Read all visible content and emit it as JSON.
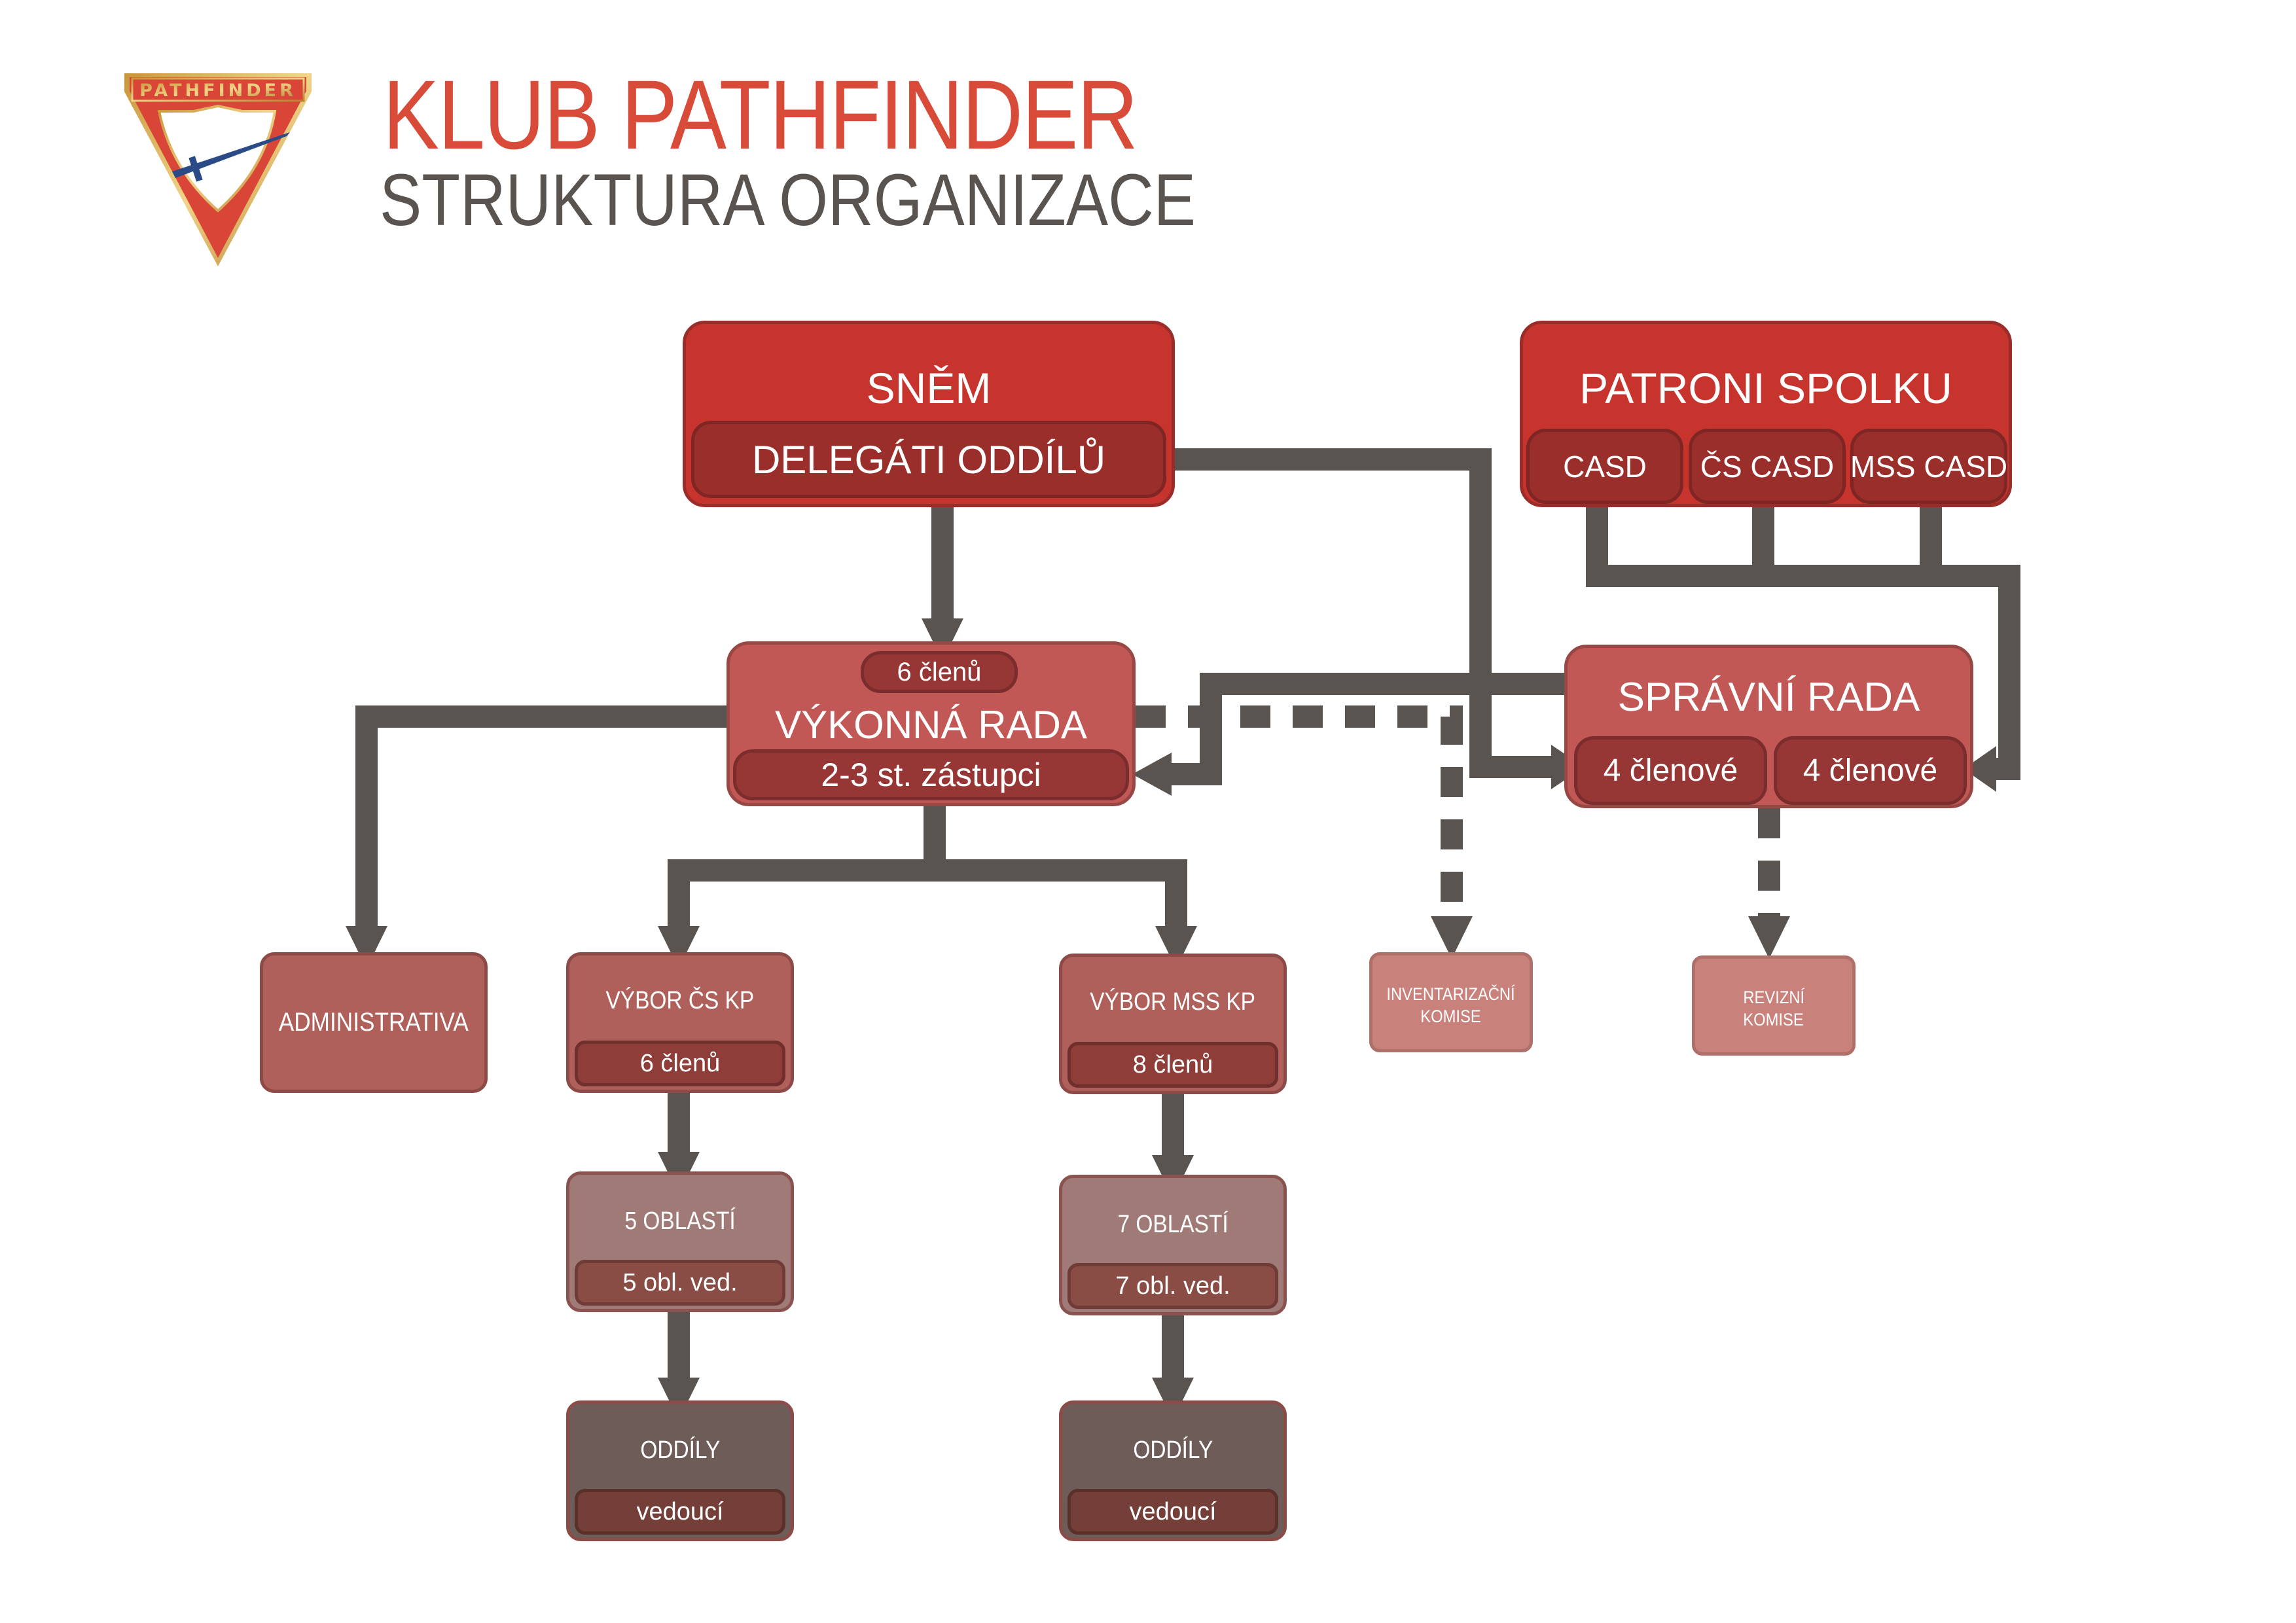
{
  "header": {
    "logo_text": "PATHFINDER",
    "title": "KLUB PATHFINDER",
    "subtitle": "STRUKTURA ORGANIZACE"
  },
  "colors": {
    "title_red": "#d94b39",
    "title_gray": "#595450",
    "connector": "#59544f",
    "top_box": "#c7342d",
    "council_box": "#c25856",
    "committee_box": "#b0605b",
    "region_box": "#a07a76",
    "unit_box": "#6e5c59",
    "commission_box": "#c8827b"
  },
  "nodes": {
    "snem": {
      "title": "SNĚM",
      "sub": "DELEGÁTI ODDÍLŮ"
    },
    "patroni": {
      "title": "PATRONI SPOLKU",
      "subs": [
        "CASD",
        "ČS CASD",
        "MSS CASD"
      ]
    },
    "vykonna": {
      "badge": "6 členů",
      "title": "VÝKONNÁ RADA",
      "sub": "2-3 st. zástupci"
    },
    "spravni": {
      "title": "SPRÁVNÍ RADA",
      "subs": [
        "4 členové",
        "4 členové"
      ]
    },
    "administrativa": {
      "title": "ADMINISTRATIVA"
    },
    "vybor_cs": {
      "title": "VÝBOR ČS KP",
      "sub": "6 členů"
    },
    "vybor_mss": {
      "title": "VÝBOR MSS KP",
      "sub": "8 členů"
    },
    "inventarizacni": {
      "line1": "INVENTARIZAČNÍ",
      "line2": "KOMISE"
    },
    "revizni": {
      "line1": "REVIZNÍ",
      "line2": "KOMISE"
    },
    "oblasti_cs": {
      "title": "5 OBLASTÍ",
      "sub": "5 obl. ved."
    },
    "oblasti_mss": {
      "title": "7 OBLASTÍ",
      "sub": "7 obl. ved."
    },
    "oddily_cs": {
      "title": "ODDÍLY",
      "sub": "vedoucí"
    },
    "oddily_mss": {
      "title": "ODDÍLY",
      "sub": "vedoucí"
    }
  },
  "edges": [
    {
      "from": "snem",
      "to": "vykonna",
      "style": "solid"
    },
    {
      "from": "snem",
      "to": "spravni (4 členové, left)",
      "style": "solid"
    },
    {
      "from": "patroni (CASD, ČS CASD, MSS CASD)",
      "to": "spravni (4 členové, right)",
      "style": "solid"
    },
    {
      "from": "spravni",
      "to": "vykonna (2-3 st. zástupci)",
      "style": "solid"
    },
    {
      "from": "vykonna",
      "to": "administrativa",
      "style": "solid"
    },
    {
      "from": "vykonna",
      "to": "vybor_cs",
      "style": "solid"
    },
    {
      "from": "vykonna",
      "to": "vybor_mss",
      "style": "solid"
    },
    {
      "from": "vykonna",
      "to": "inventarizacni",
      "style": "dashed"
    },
    {
      "from": "spravni",
      "to": "revizni",
      "style": "dashed"
    },
    {
      "from": "vybor_cs",
      "to": "oblasti_cs",
      "style": "solid"
    },
    {
      "from": "vybor_mss",
      "to": "oblasti_mss",
      "style": "solid"
    },
    {
      "from": "oblasti_cs",
      "to": "oddily_cs",
      "style": "solid"
    },
    {
      "from": "oblasti_mss",
      "to": "oddily_mss",
      "style": "solid"
    }
  ]
}
